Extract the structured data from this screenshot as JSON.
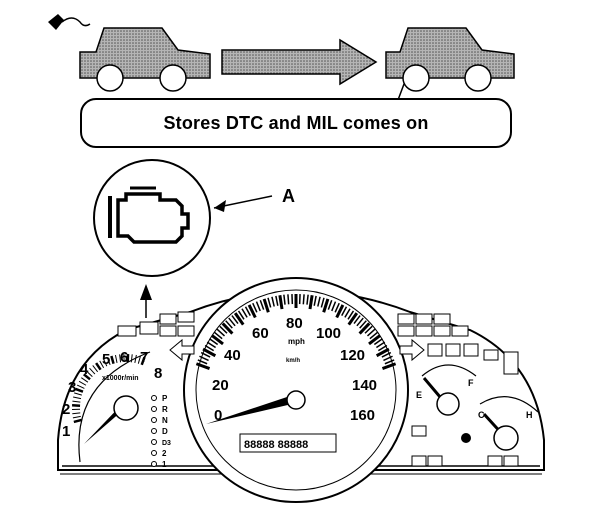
{
  "caption": "Stores DTC and MIL comes on",
  "callout_label": "A",
  "speedometer": {
    "mph_ticks": [
      "0",
      "20",
      "40",
      "60",
      "80",
      "100",
      "120",
      "140",
      "160"
    ],
    "unit": "mph",
    "kmh_unit": "km/h"
  },
  "tachometer": {
    "ticks": [
      "1",
      "2",
      "3",
      "4",
      "5",
      "6",
      "7",
      "8"
    ],
    "unit": "x1000r/min"
  },
  "gear_indicator": [
    "P",
    "R",
    "N",
    "D",
    "D3",
    "2",
    "1"
  ],
  "fuel_gauge": {
    "empty": "E",
    "full": "F"
  },
  "temp_gauge": {
    "cold": "C",
    "hot": "H"
  },
  "odometer": "88888 88888",
  "colors": {
    "car_fill": "#9a9a9a",
    "line": "#000000"
  }
}
